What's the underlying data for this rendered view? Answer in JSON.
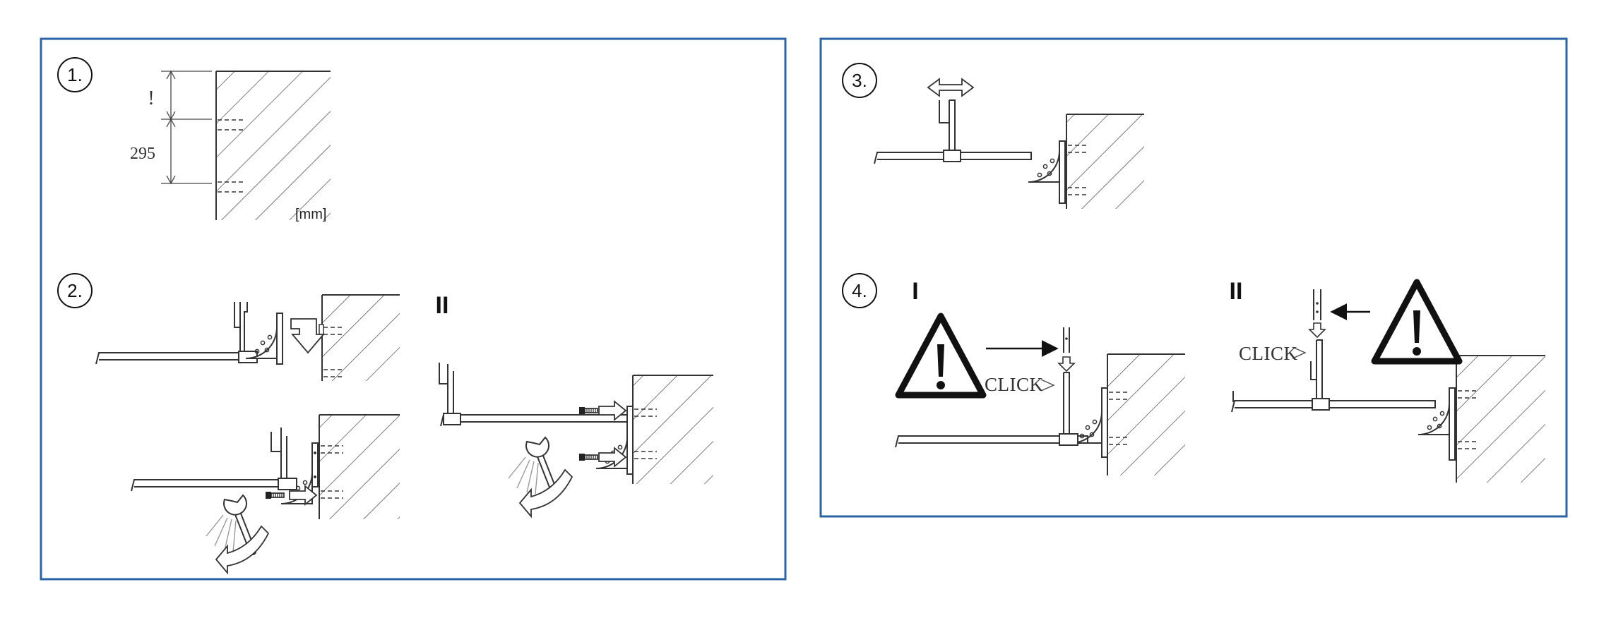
{
  "colors": {
    "panel_border": "#2a64a4",
    "line": "#333333",
    "warning": "#111111"
  },
  "panel_left": {
    "step1": {
      "number": "1.",
      "dim_top": "!",
      "dim_bottom": "295",
      "unit": "[mm]"
    },
    "step2": {
      "number": "2.",
      "variant_label": "II"
    }
  },
  "panel_right": {
    "step3": {
      "number": "3."
    },
    "step4": {
      "number": "4.",
      "variant1_label": "I",
      "variant2_label": "II",
      "click1": "CLICK",
      "click2": "CLICK"
    }
  },
  "icons": [
    "warning-triangle-icon",
    "wrench-icon",
    "arrow-icon",
    "screw-icon",
    "bracket-icon"
  ]
}
